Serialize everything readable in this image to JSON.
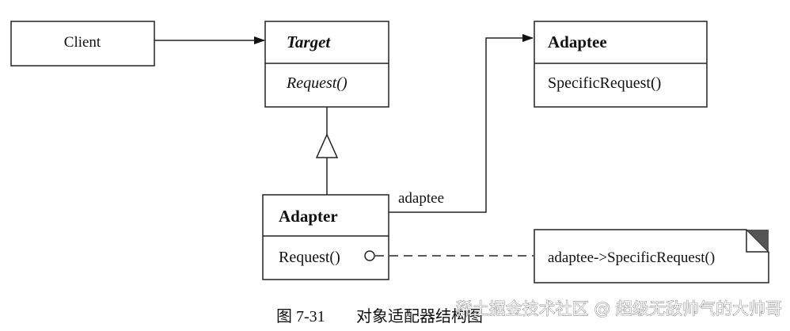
{
  "diagram": {
    "client": {
      "name": "Client"
    },
    "target": {
      "name": "Target",
      "operation": "Request()"
    },
    "adaptee": {
      "name": "Adaptee",
      "operation": "SpecificRequest()"
    },
    "adapter": {
      "name": "Adapter",
      "operation": "Request()"
    },
    "association_label": "adaptee",
    "note_text": "adaptee->SpecificRequest()",
    "caption_number": "图 7-31",
    "caption_title": "对象适配器结构图"
  },
  "watermark": {
    "text": "稀土掘金技术社区 @ 超级无敌帅气的大帅哥"
  },
  "colors": {
    "stroke": "#222222",
    "text": "#111111",
    "note_corner": "#555555",
    "background": "#ffffff"
  }
}
